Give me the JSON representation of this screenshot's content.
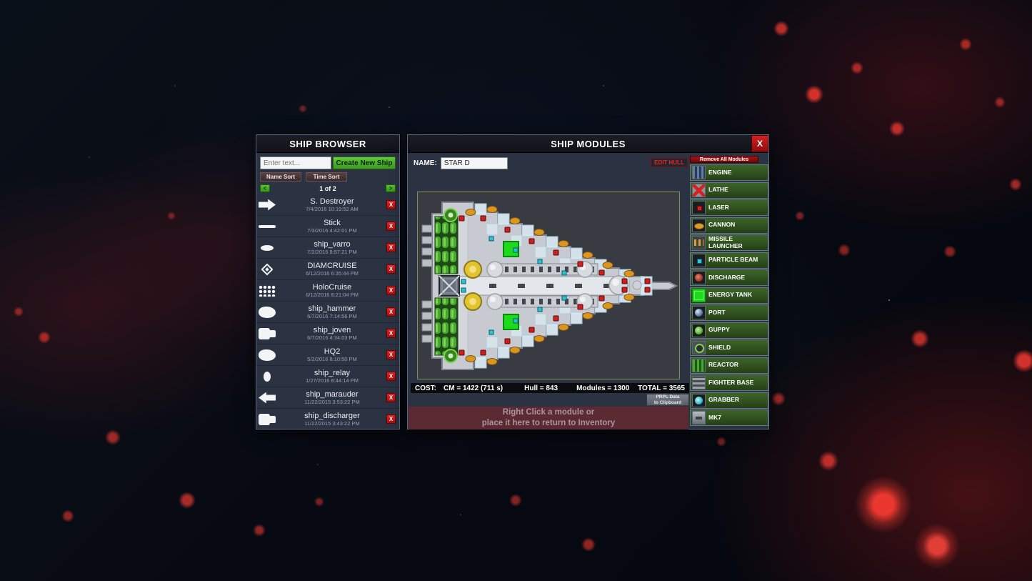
{
  "ship_browser": {
    "title": "SHIP BROWSER",
    "search": {
      "placeholder": "Enter text..."
    },
    "create_button": "Create New Ship",
    "sort_buttons": {
      "name": "Name Sort",
      "time": "Time Sort"
    },
    "pagination": {
      "prev": "<",
      "label": "1 of 2",
      "next": ">"
    },
    "delete_label": "X",
    "ships": [
      {
        "name": "S. Destroyer",
        "date": "7/4/2016 10:19:52 AM",
        "icon": "arrow"
      },
      {
        "name": "Stick",
        "date": "7/3/2016 4:42:01 PM",
        "icon": "line"
      },
      {
        "name": "ship_varro",
        "date": "7/2/2016 8:57:21 PM",
        "icon": "oval"
      },
      {
        "name": "DIAMCRUISE",
        "date": "6/12/2016 6:35:44 PM",
        "icon": "diamond"
      },
      {
        "name": "HoloCruise",
        "date": "6/12/2016 6:21:04 PM",
        "icon": "dots"
      },
      {
        "name": "ship_hammer",
        "date": "6/7/2016 7:14:56 PM",
        "icon": "blob"
      },
      {
        "name": "ship_joven",
        "date": "6/7/2016 4:34:03 PM",
        "icon": "cluster"
      },
      {
        "name": "HQ2",
        "date": "5/2/2016 8:10:50 PM",
        "icon": "blob"
      },
      {
        "name": "ship_relay",
        "date": "1/27/2016 8:44:14 PM",
        "icon": "smalloval"
      },
      {
        "name": "ship_marauder",
        "date": "11/22/2015 3:53:22 PM",
        "icon": "arrowleft"
      },
      {
        "name": "ship_discharger",
        "date": "11/22/2015 3:43:22 PM",
        "icon": "cluster"
      }
    ]
  },
  "ship_modules": {
    "title": "SHIP MODULES",
    "close_label": "X",
    "name_label": "NAME:",
    "name_value": "STAR D",
    "edit_hull_button": "EDIT HULL",
    "remove_all_button": "Remove All Modules",
    "cost": {
      "prefix": "COST:",
      "cm": "CM = 1422 (711 s)",
      "hull": "Hull = 843",
      "modules": "Modules = 1300",
      "total": "TOTAL = 3565"
    },
    "clipboard_button": {
      "line1": "PRPL Data",
      "line2": "to Clipboard"
    },
    "hint": {
      "line1": "Right Click a module or",
      "line2": "place it here to return to Inventory"
    },
    "module_palette": [
      {
        "label": "ENGINE",
        "icon": "engine-icon"
      },
      {
        "label": "LATHE",
        "icon": "lathe-icon"
      },
      {
        "label": "LASER",
        "icon": "laser-icon"
      },
      {
        "label": "CANNON",
        "icon": "cannon-icon"
      },
      {
        "label": "MISSILE LAUNCHER",
        "icon": "missile-launcher-icon"
      },
      {
        "label": "PARTICLE BEAM",
        "icon": "particle-beam-icon"
      },
      {
        "label": "DISCHARGE",
        "icon": "discharge-icon"
      },
      {
        "label": "ENERGY TANK",
        "icon": "energy-tank-icon"
      },
      {
        "label": "PORT",
        "icon": "port-icon"
      },
      {
        "label": "GUPPY",
        "icon": "guppy-icon"
      },
      {
        "label": "SHIELD",
        "icon": "shield-icon"
      },
      {
        "label": "REACTOR",
        "icon": "reactor-icon"
      },
      {
        "label": "FIGHTER BASE",
        "icon": "fighter-base-icon"
      },
      {
        "label": "GRABBER",
        "icon": "grabber-icon"
      },
      {
        "label": "MK7",
        "icon": "mk7-icon"
      }
    ]
  },
  "colors": {
    "accent_green": "#3fae1f",
    "danger_red": "#c01414",
    "panel_bg": "#2b3242",
    "header_bg": "#14161c",
    "module_row_green": "#2c491c",
    "hint_bg": "#5c2a33",
    "energy_green": "#1bdb1b",
    "canvas_border": "#8f8f4f"
  }
}
